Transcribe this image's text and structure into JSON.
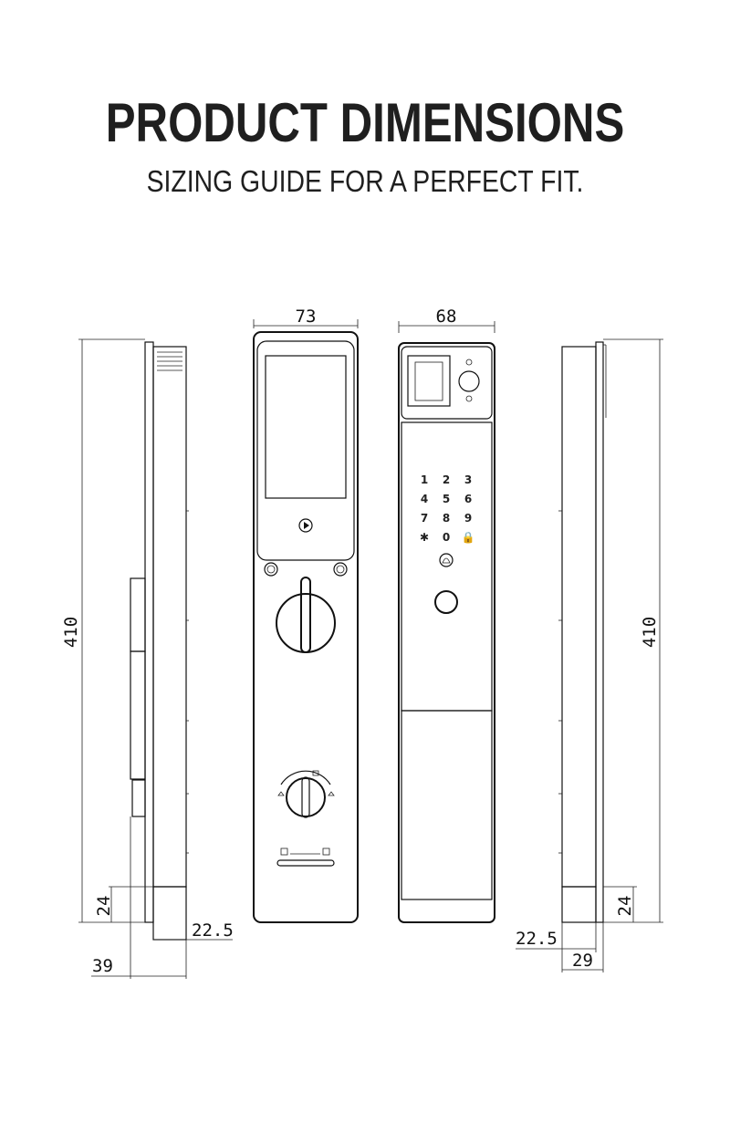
{
  "header": {
    "title": "PRODUCT DIMENSIONS",
    "subtitle": "SIZING GUIDE FOR A PERFECT FIT."
  },
  "dimensions": {
    "left_height": "410",
    "left_bottom_small": "24",
    "left_depth_inner": "22.5",
    "left_depth_total": "39",
    "front_width": "73",
    "back_width": "68",
    "right_height": "410",
    "right_bottom_small": "24",
    "right_depth_inner": "22.5",
    "right_depth_total": "29"
  },
  "keypad": {
    "rows": [
      [
        "1",
        "2",
        "3"
      ],
      [
        "4",
        "5",
        "6"
      ],
      [
        "7",
        "8",
        "9"
      ],
      [
        "✱",
        "0",
        "🔒"
      ]
    ]
  },
  "colors": {
    "line": "#111111",
    "text": "#1f1f1f",
    "background": "#ffffff"
  }
}
